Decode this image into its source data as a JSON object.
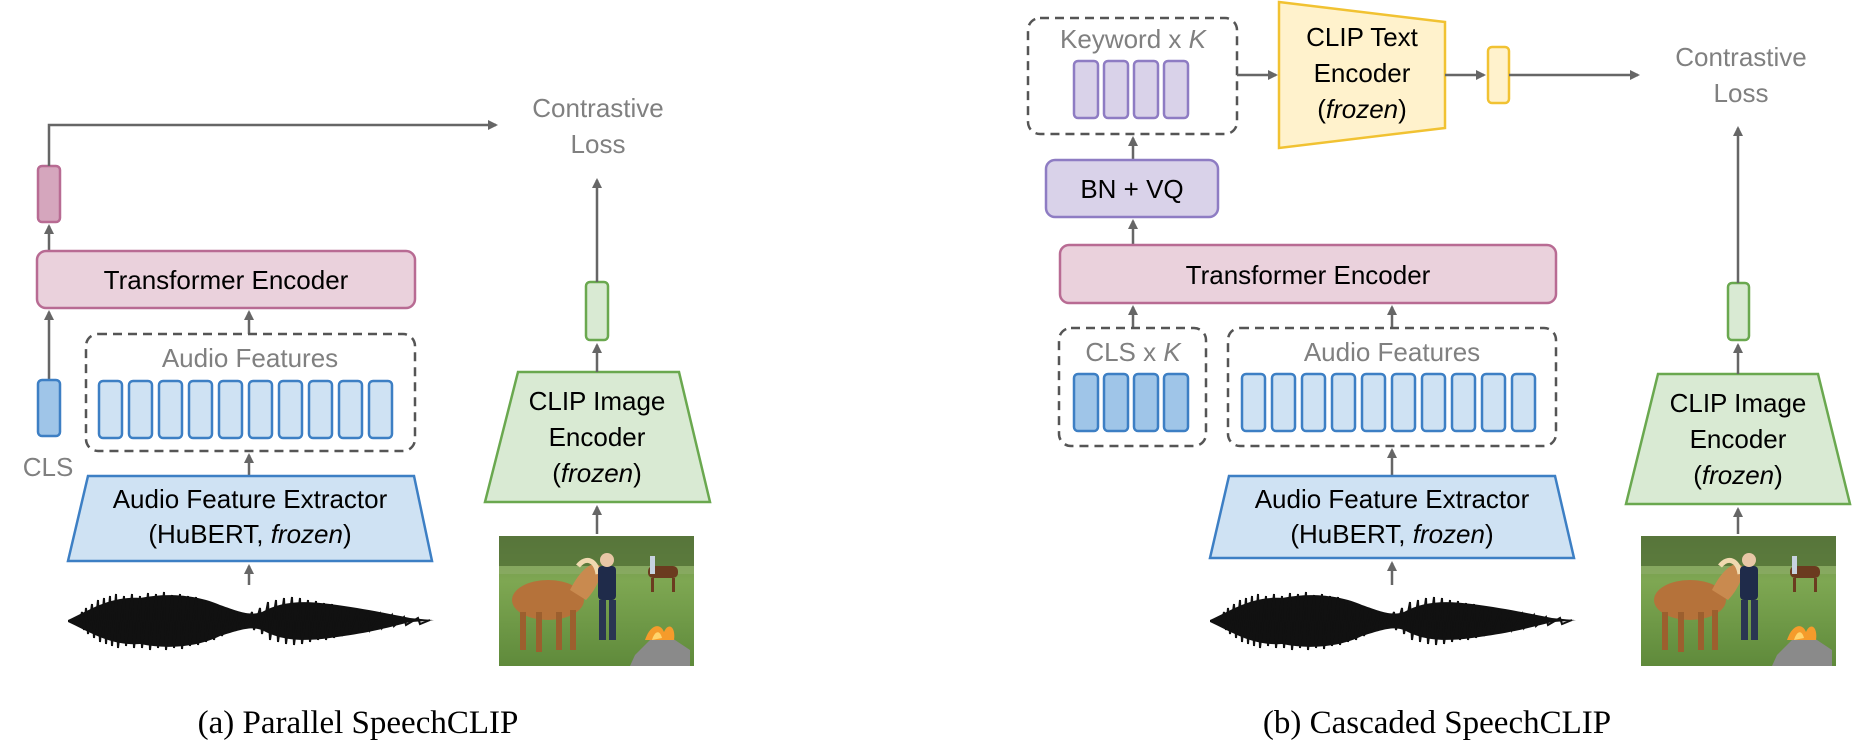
{
  "colors": {
    "blue_fill": "#cfe2f3",
    "blue_stroke": "#3d7fc4",
    "blue_dark_fill": "#9fc5e8",
    "pink_fill": "#ead1dc",
    "pink_stroke": "#b86b93",
    "pink_dark_fill": "#d5a6bd",
    "green_fill": "#d9ead3",
    "green_stroke": "#6aa84f",
    "purple_fill": "#d9d2e9",
    "purple_stroke": "#8e7cc3",
    "yellow_fill": "#fff2cc",
    "yellow_stroke": "#f1c232",
    "gray_text": "#808080",
    "arrow": "#666666"
  },
  "parallel": {
    "caption": "(a) Parallel SpeechCLIP",
    "loss_line1": "Contrastive",
    "loss_line2": "Loss",
    "transformer": "Transformer Encoder",
    "audio_features": "Audio Features",
    "cls_label": "CLS",
    "extractor_line1": "Audio Feature Extractor",
    "extractor_line2_pre": "(HuBERT, ",
    "extractor_line2_em": "frozen",
    "extractor_line2_post": ")",
    "image_enc_line1": "CLIP Image",
    "image_enc_line2": "Encoder",
    "image_enc_line3_pre": "(",
    "image_enc_line3_em": "frozen",
    "image_enc_line3_post": ")"
  },
  "cascaded": {
    "caption": "(b) Cascaded SpeechCLIP",
    "keyword_pre": "Keyword x ",
    "keyword_em": "K",
    "text_enc_line1": "CLIP Text",
    "text_enc_line2": "Encoder",
    "text_enc_line3_pre": "(",
    "text_enc_line3_em": "frozen",
    "text_enc_line3_post": ")",
    "loss_line1": "Contrastive",
    "loss_line2": "Loss",
    "bnvq": "BN + VQ",
    "transformer": "Transformer Encoder",
    "cls_pre": "CLS x ",
    "cls_em": "K",
    "audio_features": "Audio Features",
    "extractor_line1": "Audio Feature Extractor",
    "extractor_line2_pre": "(HuBERT, ",
    "extractor_line2_em": "frozen",
    "extractor_line2_post": ")",
    "image_enc_line1": "CLIP Image",
    "image_enc_line2": "Encoder",
    "image_enc_line3_pre": "(",
    "image_enc_line3_em": "frozen",
    "image_enc_line3_post": ")"
  }
}
